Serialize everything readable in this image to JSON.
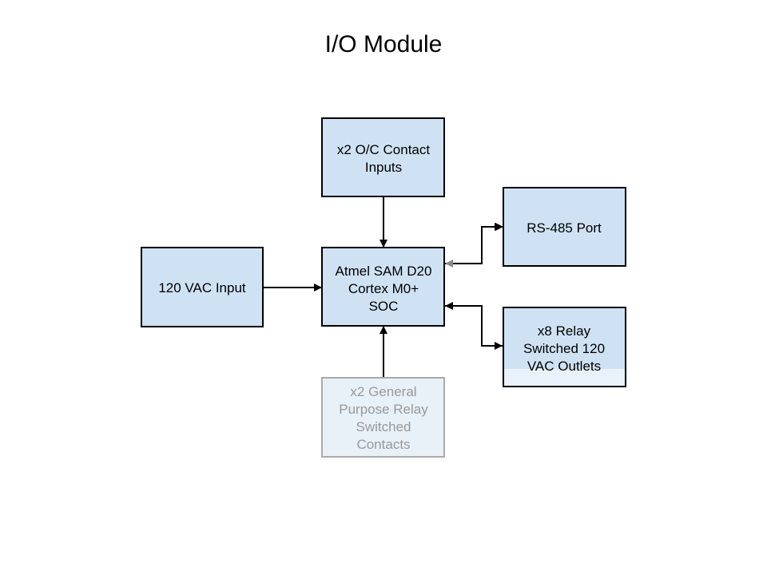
{
  "title": "I/O Module",
  "nodes": {
    "contact_inputs": {
      "lines": [
        "x2 O/C Contact",
        "Inputs"
      ]
    },
    "rs485": {
      "lines": [
        "RS-485 Port"
      ]
    },
    "vac_input": {
      "lines": [
        "120 VAC Input"
      ]
    },
    "soc": {
      "lines": [
        "Atmel SAM D20",
        "Cortex M0+",
        "SOC"
      ]
    },
    "relay_outlets": {
      "lines": [
        "x8 Relay",
        "Switched 120",
        "VAC Outlets"
      ]
    },
    "gp_relay": {
      "lines": [
        "x2 General",
        "Purpose Relay",
        "Switched",
        "Contacts"
      ]
    }
  },
  "edges": [
    {
      "from": "contact_inputs",
      "to": "soc"
    },
    {
      "from": "vac_input",
      "to": "soc"
    },
    {
      "from": "soc",
      "to": "rs485",
      "bidirectional": true
    },
    {
      "from": "soc",
      "to": "relay_outlets",
      "bidirectional": true
    },
    {
      "from": "gp_relay",
      "to": "soc"
    }
  ],
  "colors": {
    "box_fill": "#cfe2f3",
    "stroke": "#000000"
  }
}
